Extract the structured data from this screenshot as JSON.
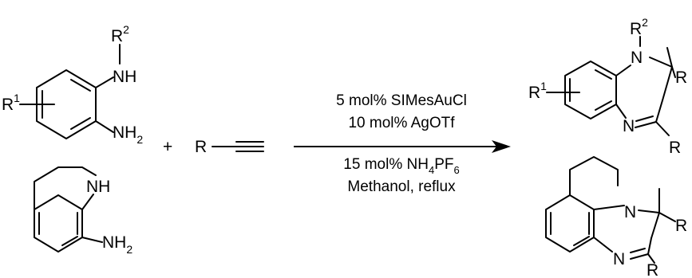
{
  "reactant_1": {
    "r2": "R",
    "r2_sup": "2",
    "nh": "NH",
    "r1": "R",
    "r1_sup": "1",
    "nh2": "NH",
    "nh2_sub": "2"
  },
  "reactant_2": {
    "nh": "NH",
    "nh2": "NH",
    "nh2_sub": "2"
  },
  "plus": "+",
  "alkyne": {
    "r": "R"
  },
  "conditions": {
    "line1": "5 mol% SIMesAuCl",
    "line2": "10 mol% AgOTf",
    "line3_a": "15 mol% NH",
    "line3_sub1": "4",
    "line3_b": "PF",
    "line3_sub2": "6",
    "line4": "Methanol, reflux"
  },
  "product_1": {
    "r2": "R",
    "r2_sup": "2",
    "n_top": "N",
    "r_side": "R",
    "r1": "R",
    "r1_sup": "1",
    "n_imine": "N",
    "r_bottom": "R"
  },
  "product_2": {
    "n_top": "N",
    "r_side": "R",
    "n_imine": "N",
    "r_bottom": "R"
  }
}
